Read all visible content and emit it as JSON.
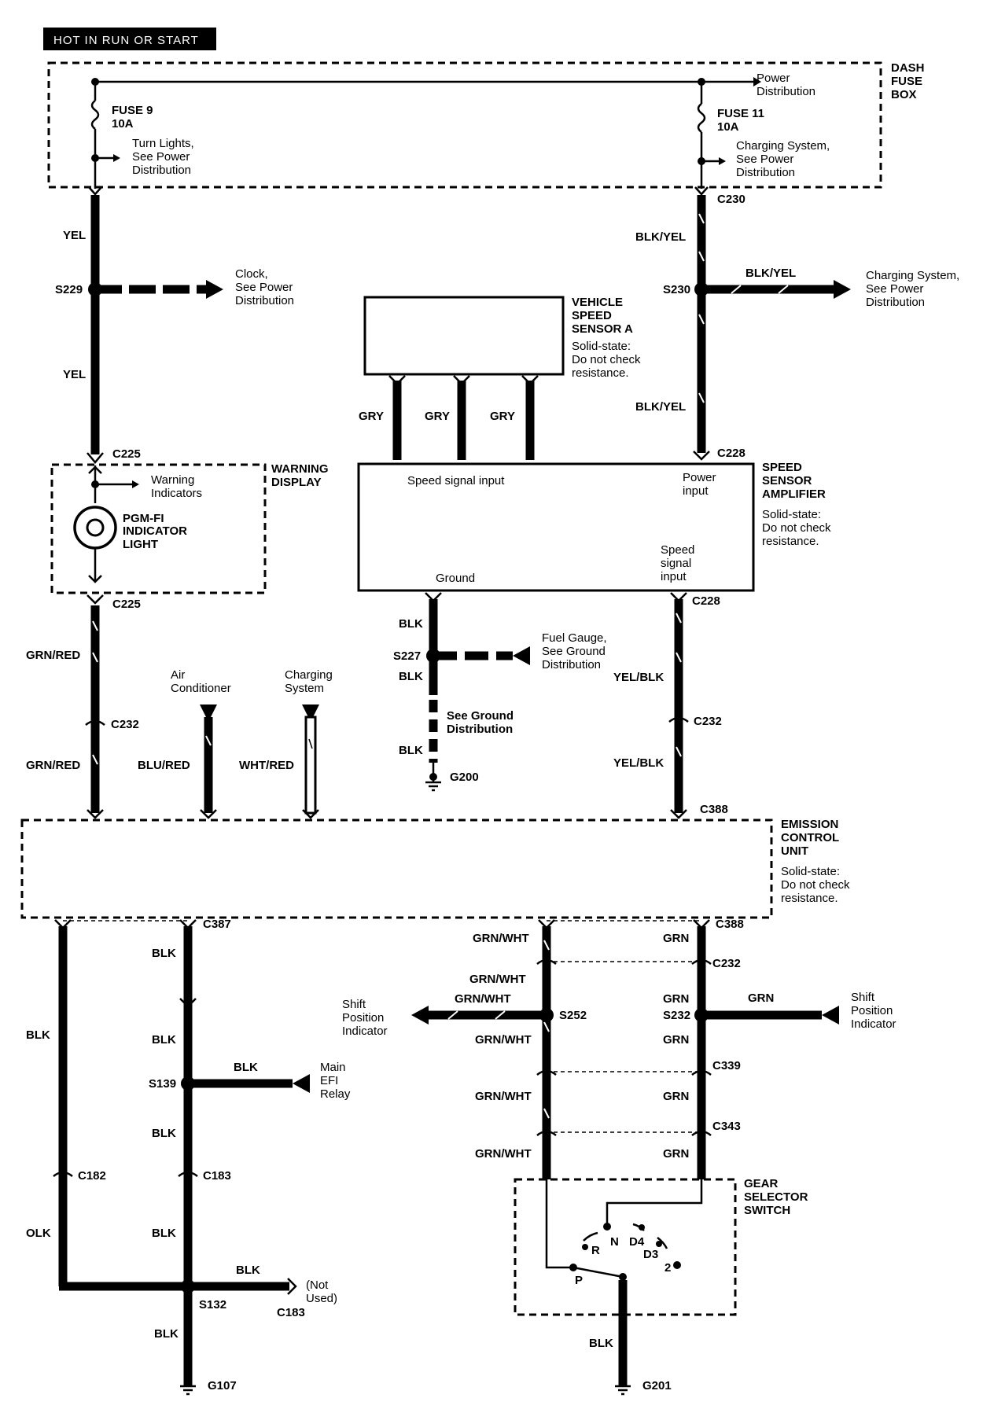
{
  "header": {
    "hot_label": "HOT IN RUN OR START"
  },
  "components": {
    "dash_fuse_box": [
      "DASH",
      "FUSE",
      "BOX"
    ],
    "fuse9": {
      "name": "FUSE 9",
      "rating": "10A"
    },
    "fuse11": {
      "name": "FUSE 11",
      "rating": "10A"
    },
    "warning_display": [
      "WARNING",
      "DISPLAY"
    ],
    "pgm_fi": [
      "PGM-FI",
      "INDICATOR",
      "LIGHT"
    ],
    "warning_indicators": [
      "Warning",
      "Indicators"
    ],
    "vss_a": [
      "VEHICLE",
      "SPEED",
      "SENSOR A"
    ],
    "vss_a_note": [
      "Solid-state:",
      "Do not check",
      "resistance."
    ],
    "ssa": [
      "SPEED",
      "SENSOR",
      "AMPLIFIER"
    ],
    "ssa_note": [
      "Solid-state:",
      "Do not check",
      "resistance."
    ],
    "ssa_pins": {
      "speed_signal_input": "Speed signal input",
      "power": [
        "Power",
        "input"
      ],
      "speed_signal": [
        "Speed",
        "signal",
        "input"
      ],
      "ground": "Ground"
    },
    "ecu": [
      "EMISSION",
      "CONTROL",
      "UNIT"
    ],
    "ecu_note": [
      "Solid-state:",
      "Do not check",
      "resistance."
    ],
    "gear_selector": [
      "GEAR",
      "SELECTOR",
      "SWITCH"
    ],
    "positions": {
      "r": "R",
      "n": "N",
      "d4": "D4",
      "d3": "D3",
      "two": "2",
      "p": "P"
    }
  },
  "refs": {
    "power_dist": [
      "Power",
      "Distribution"
    ],
    "turn_lights": [
      "Turn Lights,",
      "See Power",
      "Distribution"
    ],
    "charging_fuse": [
      "Charging System,",
      "See Power",
      "Distribution"
    ],
    "clock": [
      "Clock,",
      "See Power",
      "Distribution"
    ],
    "charging_s230": [
      "Charging System,",
      "See Power",
      "Distribution"
    ],
    "fuel_gauge": [
      "Fuel Gauge,",
      "See Ground",
      "Distribution"
    ],
    "see_ground": [
      "See Ground",
      "Distribution"
    ],
    "air_cond": [
      "Air",
      "Conditioner"
    ],
    "charging_sys": [
      "Charging",
      "System"
    ],
    "shift_left": [
      "Shift",
      "Position",
      "Indicator"
    ],
    "shift_right": [
      "Shift",
      "Position",
      "Indicator"
    ],
    "main_efi": [
      "Main",
      "EFI",
      "Relay"
    ],
    "not_used": [
      "(Not",
      "Used)"
    ]
  },
  "wires": {
    "yel": "YEL",
    "blk_yel": "BLK/YEL",
    "gry": "GRY",
    "grn_red": "GRN/RED",
    "blu_red": "BLU/RED",
    "wht_red": "WHT/RED",
    "blk": "BLK",
    "olk": "OLK",
    "yel_blk": "YEL/BLK",
    "grn_wht": "GRN/WHT",
    "grn": "GRN"
  },
  "connectors": {
    "c230": "C230",
    "s229": "S229",
    "s230": "S230",
    "c225": "C225",
    "c228": "C228",
    "c232": "C232",
    "s227": "S227",
    "g200": "G200",
    "c388": "C388",
    "c387": "C387",
    "s252": "S252",
    "s232": "S232",
    "c339": "C339",
    "c343": "C343",
    "s139": "S139",
    "c182": "C182",
    "c183": "C183",
    "s132": "S132",
    "g107": "G107",
    "g201": "G201"
  }
}
